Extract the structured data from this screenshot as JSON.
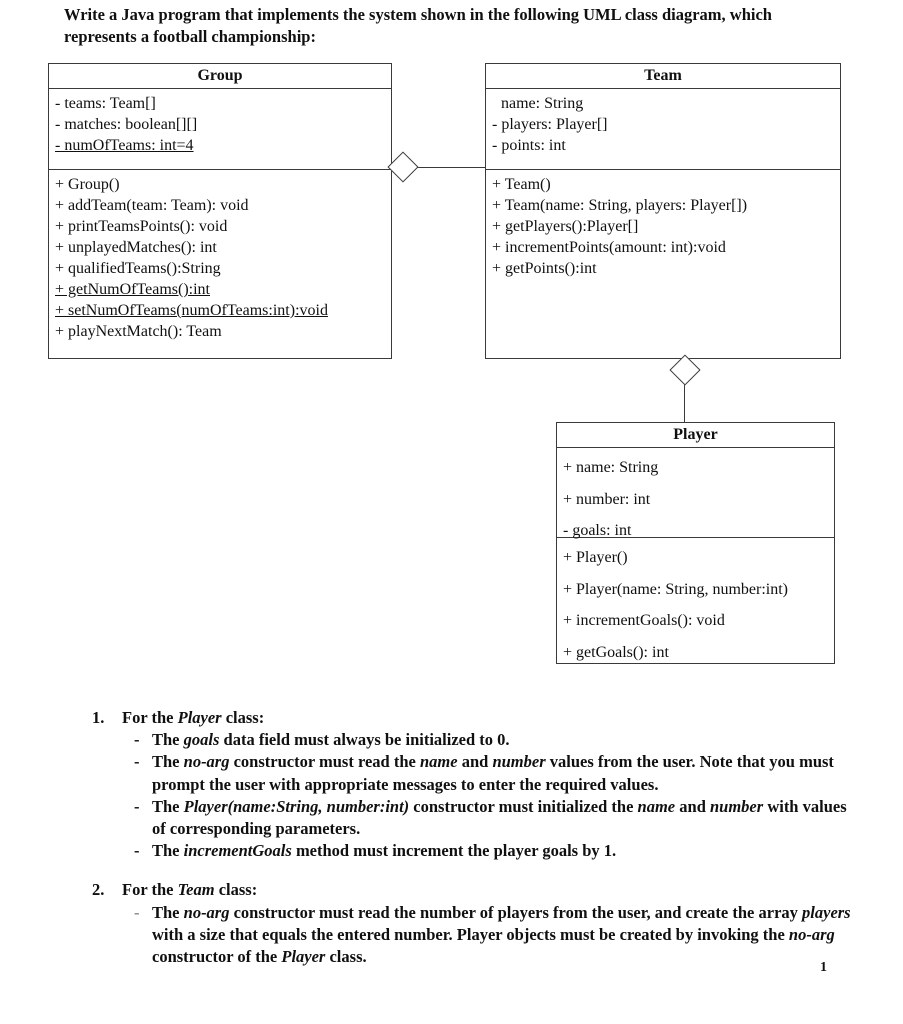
{
  "document": {
    "heading": "Write a Java program that implements the system shown in the following UML class diagram, which represents a football championship:",
    "page_number": "1"
  },
  "diagram": {
    "type": "uml-class-diagram",
    "classes": [
      {
        "name": "Group",
        "attributes": [
          {
            "text": "- teams: Team[]",
            "static": false
          },
          {
            "text": "- matches: boolean[][]",
            "static": false
          },
          {
            "text": "- numOfTeams: int=4",
            "static": true
          }
        ],
        "methods": [
          {
            "text": "+ Group()",
            "static": false
          },
          {
            "text": "+ addTeam(team: Team): void",
            "static": false
          },
          {
            "text": "+ printTeamsPoints(): void",
            "static": false
          },
          {
            "text": "+ unplayedMatches(): int",
            "static": false
          },
          {
            "text": "+ qualifiedTeams():String",
            "static": false
          },
          {
            "text": "+ getNumOfTeams():int",
            "static": true
          },
          {
            "text": "+ setNumOfTeams(numOfTeams:int):void",
            "static": true
          },
          {
            "text": "+ playNextMatch(): Team",
            "static": false
          }
        ]
      },
      {
        "name": "Team",
        "attributes": [
          {
            "text": "name: String",
            "static": false,
            "indent": true
          },
          {
            "text": "- players: Player[]",
            "static": false
          },
          {
            "text": "- points: int",
            "static": false
          }
        ],
        "methods": [
          {
            "text": "+ Team()",
            "static": false
          },
          {
            "text": "+ Team(name: String, players: Player[])",
            "static": false
          },
          {
            "text": "+ getPlayers():Player[]",
            "static": false
          },
          {
            "text": "+ incrementPoints(amount: int):void",
            "static": false
          },
          {
            "text": "+ getPoints():int",
            "static": false
          }
        ]
      },
      {
        "name": "Player",
        "attributes": [
          {
            "text": "+ name: String",
            "static": false
          },
          {
            "text": "+ number: int",
            "static": false
          },
          {
            "text": "- goals: int",
            "static": false
          }
        ],
        "methods": [
          {
            "text": "+ Player()",
            "static": false
          },
          {
            "text": "+ Player(name: String, number:int)",
            "static": false
          },
          {
            "text": "+ incrementGoals(): void",
            "static": false
          },
          {
            "text": "+ getGoals(): int",
            "static": false
          }
        ]
      }
    ],
    "relationships": [
      {
        "kind": "aggregation",
        "from": "Group",
        "to": "Team",
        "orientation": "horizontal"
      },
      {
        "kind": "aggregation",
        "from": "Team",
        "to": "Player",
        "orientation": "vertical"
      }
    ]
  },
  "requirements": [
    {
      "number": "1.",
      "heading_html": "For the <em>Player</em> class:",
      "bullets": [
        {
          "dash": "-",
          "html": "The <em>goals</em> data field must always be initialized to 0."
        },
        {
          "dash": "-",
          "html": "The <em>no-arg</em> constructor must read the <em>name</em> and <em>number</em> values from the user. Note that you must prompt the user with appropriate messages to enter the required values."
        },
        {
          "dash": "-",
          "html": "The <em>Player(name:String, number:int)</em> constructor must initialized the <em>name</em> and <em>number</em> with values of corresponding parameters."
        },
        {
          "dash": "-",
          "html": "The <em>incrementGoals</em> method must increment the player goals by 1."
        }
      ]
    },
    {
      "number": "2.",
      "heading_html": "For the <em>Team</em> class:",
      "bullets": [
        {
          "dash": "-",
          "faint": true,
          "html": "The <em>no-arg</em> constructor must read the number of players from the user, and create the array <em>players</em> with a size that equals the entered number. Player objects must be created by invoking the <em>no-arg</em> constructor of the <em>Player</em> class."
        }
      ]
    }
  ]
}
